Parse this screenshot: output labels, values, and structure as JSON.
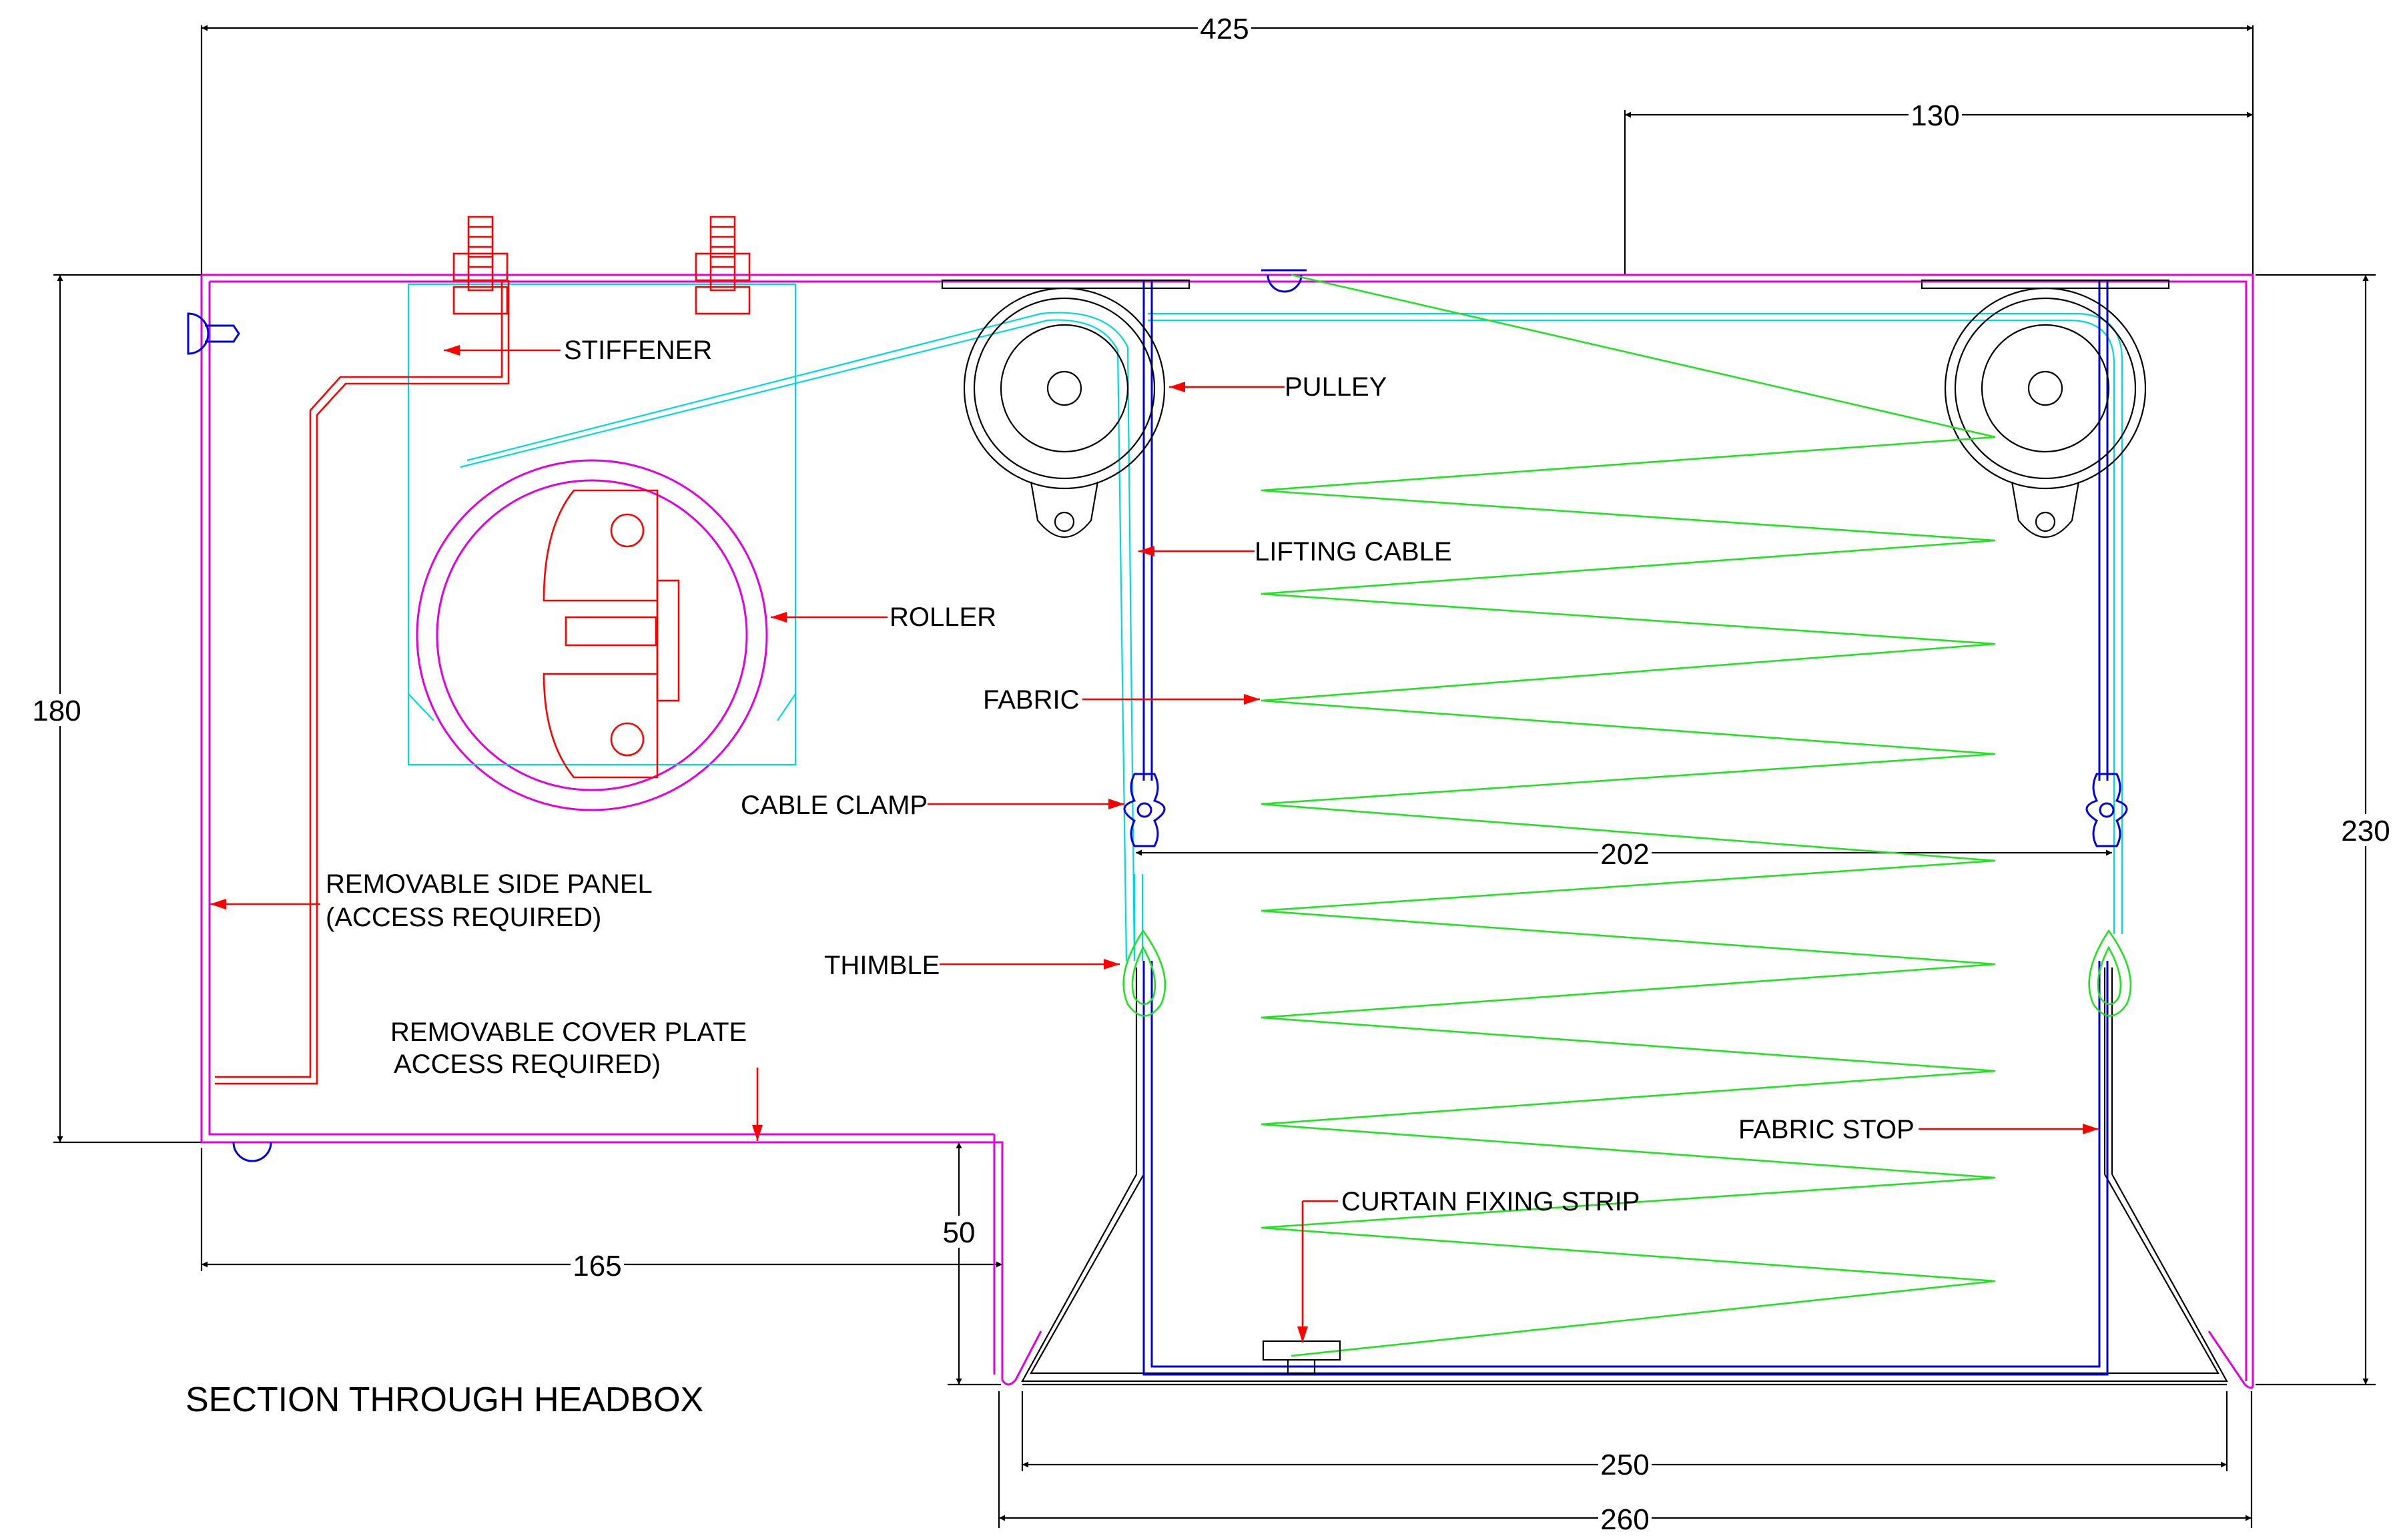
{
  "title": "SECTION THROUGH HEADBOX",
  "dimensions": {
    "overall_width": "425",
    "right_offset": "130",
    "height_left": "180",
    "height_right": "230",
    "step_depth": "50",
    "left_width": "165",
    "inner_clear": "202",
    "inner_width": "250",
    "outer_width": "260"
  },
  "labels": {
    "stiffener": "STIFFENER",
    "pulley": "PULLEY",
    "lifting_cable": "LIFTING CABLE",
    "roller": "ROLLER",
    "fabric": "FABRIC",
    "cable_clamp": "CABLE CLAMP",
    "side_panel_1": "REMOVABLE SIDE PANEL",
    "side_panel_2": "(ACCESS REQUIRED)",
    "thimble": "THIMBLE",
    "cover_plate_1": "REMOVABLE COVER PLATE",
    "cover_plate_2": "ACCESS REQUIRED)",
    "fabric_stop": "FABRIC STOP",
    "fixing_strip": "CURTAIN FIXING STRIP"
  },
  "colors": {
    "outline": "#000000",
    "casing": "#e000e0",
    "frame": "#00d8e0",
    "cable": "#0000e0",
    "leader": "#ff0000",
    "fabric": "#22e022"
  }
}
